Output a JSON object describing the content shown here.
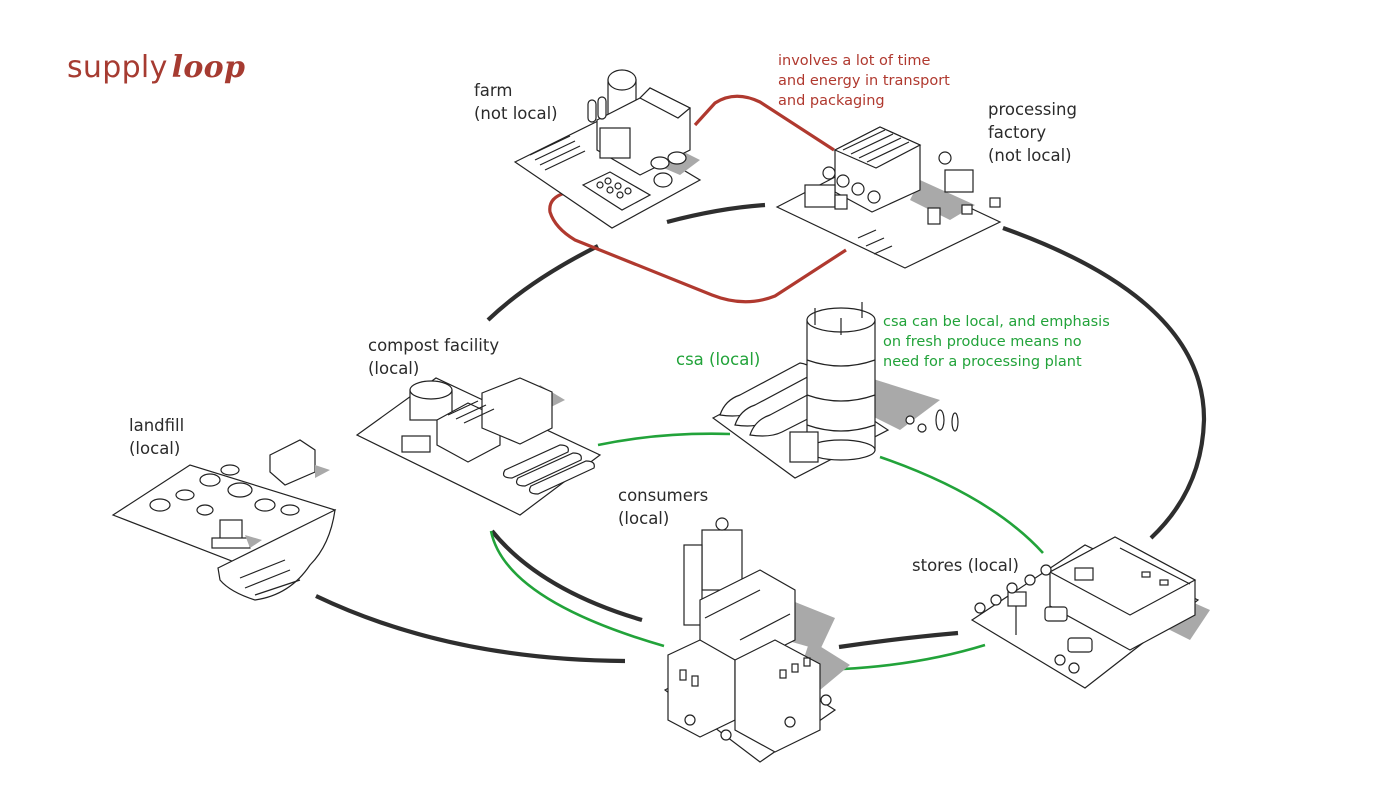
{
  "diagram": {
    "title": {
      "regular": "supply",
      "emphasis": "loop"
    },
    "colors": {
      "title": "#a63b31",
      "global_route": "#b0392f",
      "main_loop": "#2e2e2e",
      "local_route": "#22a33a",
      "label_text": "#2b2b2b"
    },
    "nodes": [
      {
        "id": "farm",
        "label": "farm\n(not local)",
        "icon": "farm-illustration"
      },
      {
        "id": "processing_factory",
        "label": "processing\nfactory\n(not local)",
        "icon": "factory-illustration"
      },
      {
        "id": "csa",
        "label": "csa (local)",
        "icon": "vertical-farm-illustration"
      },
      {
        "id": "compost_facility",
        "label": "compost facility\n(local)",
        "icon": "compost-plant-illustration"
      },
      {
        "id": "landfill",
        "label": "landfill\n(local)",
        "icon": "landfill-illustration"
      },
      {
        "id": "consumers",
        "label": "consumers\n(local)",
        "icon": "apartment-block-illustration"
      },
      {
        "id": "stores",
        "label": "stores (local)",
        "icon": "supermarket-illustration"
      }
    ],
    "annotations": {
      "global_route_note": "involves a lot of time\nand energy in transport\nand packaging",
      "csa_note": "csa can be local, and emphasis\non fresh produce means no\nneed for a processing plant"
    },
    "edges": [
      {
        "from": "farm",
        "to": "processing_factory",
        "type": "main_loop"
      },
      {
        "from": "processing_factory",
        "to": "stores",
        "type": "main_loop"
      },
      {
        "from": "stores",
        "to": "consumers",
        "type": "main_loop"
      },
      {
        "from": "consumers",
        "to": "compost_facility",
        "type": "main_loop"
      },
      {
        "from": "consumers",
        "to": "landfill",
        "type": "main_loop"
      },
      {
        "from": "compost_facility",
        "to": "farm",
        "type": "main_loop"
      },
      {
        "from": "farm",
        "to": "processing_factory",
        "type": "global_route"
      },
      {
        "from": "compost_facility",
        "to": "csa",
        "type": "local_route"
      },
      {
        "from": "csa",
        "to": "stores",
        "type": "local_route"
      },
      {
        "from": "stores",
        "to": "consumers",
        "type": "local_route"
      },
      {
        "from": "consumers",
        "to": "compost_facility",
        "type": "local_route"
      }
    ]
  }
}
